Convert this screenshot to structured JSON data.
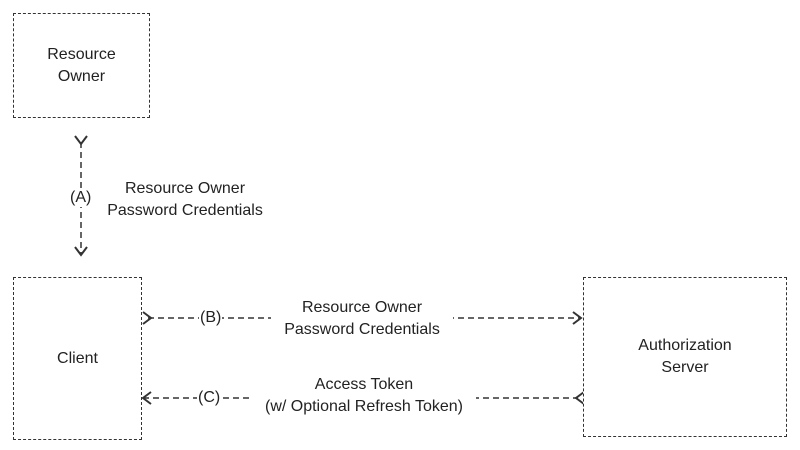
{
  "nodes": {
    "resource_owner": "Resource\nOwner",
    "client": "Client",
    "authorization_server": "Authorization\nServer"
  },
  "flows": {
    "a": {
      "step": "(A)",
      "label": "Resource Owner\nPassword Credentials"
    },
    "b": {
      "step": "(B)",
      "label": "Resource Owner\nPassword Credentials"
    },
    "c": {
      "step": "(C)",
      "label": "Access Token\n(w/ Optional Refresh Token)"
    }
  },
  "colors": {
    "line": "#333333",
    "text": "#222222",
    "background": "#ffffff"
  }
}
